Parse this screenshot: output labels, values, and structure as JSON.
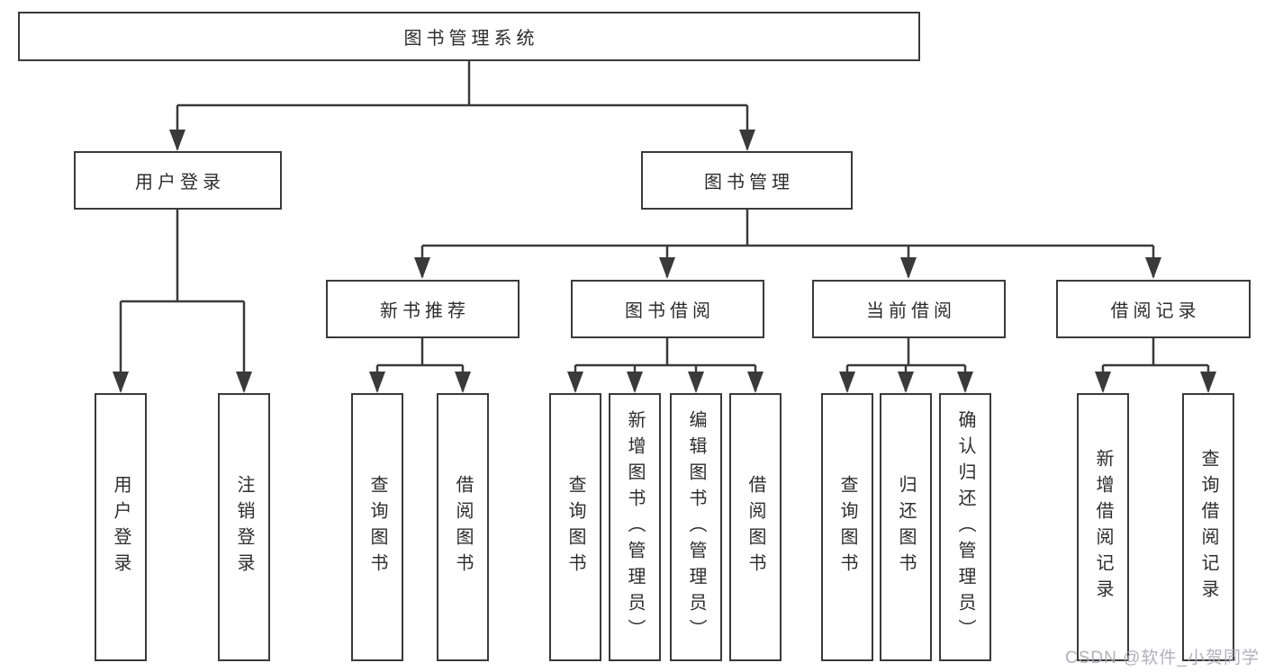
{
  "diagram": {
    "title": "图书管理系统",
    "level2": {
      "user_login": "用户登录",
      "book_management": "图书管理"
    },
    "level3": {
      "new_book_recommend": "新书推荐",
      "book_borrow": "图书借阅",
      "current_borrow": "当前借阅",
      "borrow_records": "借阅记录"
    },
    "level4": [
      "用户登录",
      "注销登录",
      "查询图书",
      "借阅图书",
      "查询图书",
      "新增图书（管理员）",
      "编辑图书（管理员）",
      "借阅图书",
      "查询图书",
      "归还图书",
      "确认归还（管理员）",
      "新增借阅记录",
      "查询借阅记录"
    ]
  },
  "watermark": "CSDN @软件_小贺同学",
  "colors": {
    "line": "#3a3a3a",
    "text": "#2d2d2d",
    "watermark": "#a8a8b2",
    "background": "#ffffff"
  }
}
